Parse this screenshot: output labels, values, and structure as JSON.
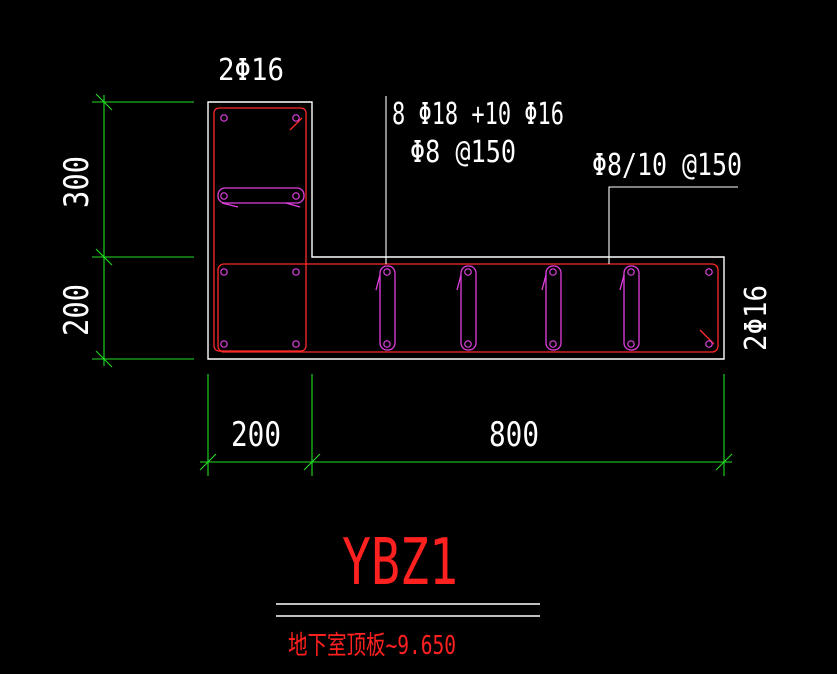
{
  "labels": {
    "top_corner_bars": "2Φ16",
    "main_rebar": "8 Φ18 +10 Φ16",
    "main_stirrup": "Φ8 @150",
    "secondary_stirrup": "Φ8/10 @150",
    "right_end_bars": "2Φ16"
  },
  "dimensions": {
    "height_top": "300",
    "height_bottom": "200",
    "width_left": "200",
    "width_right": "800"
  },
  "title": {
    "name": "YBZ1",
    "level": "地下室顶板~9.650"
  },
  "colors": {
    "background": "#000000",
    "outline": "#ffffff",
    "rebar": "#ff2a2a",
    "tie": "#e040e0",
    "dimension": "#22dd22",
    "title": "#ff2020",
    "text": "#ffffff"
  }
}
